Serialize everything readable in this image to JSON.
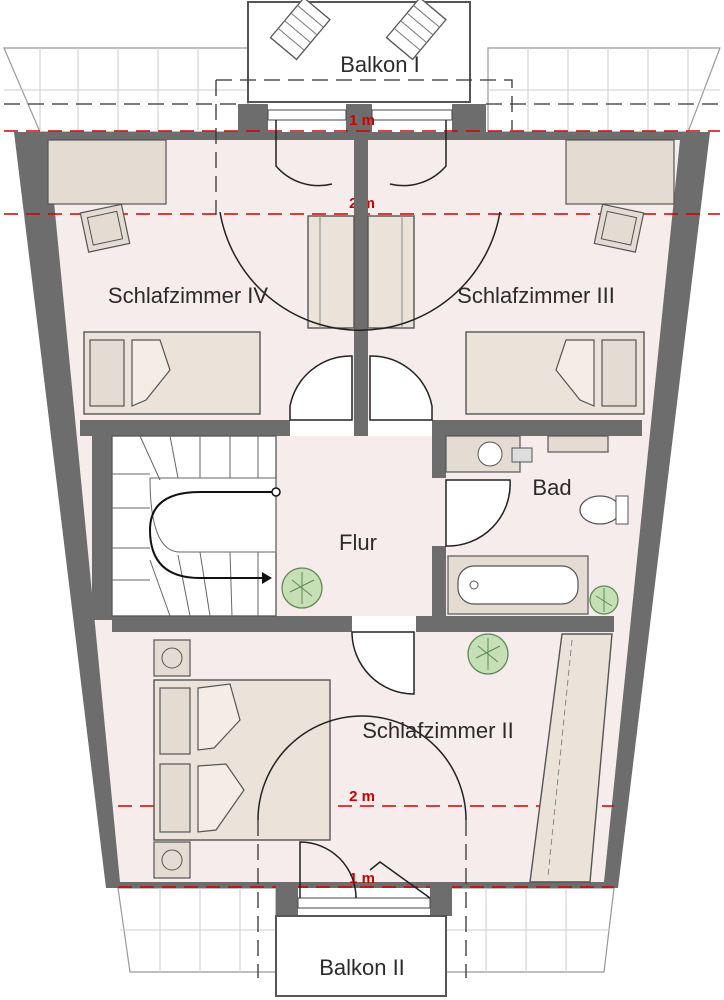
{
  "rooms": {
    "balcony_top": "Balkon I",
    "balcony_bottom": "Balkon II",
    "bedroom_iv": "Schlafzimmer IV",
    "bedroom_iii": "Schlafzimmer III",
    "bedroom_ii": "Schlafzimmer II",
    "bath": "Bad",
    "hall": "Flur"
  },
  "dimensions": {
    "top_1m": "1 m",
    "top_2m": "2 m",
    "bottom_2m": "2 m",
    "bottom_1m": "1 m"
  },
  "colors": {
    "wall": "#6d6d6d",
    "floor": "#f6ecec",
    "dimension_line": "#d10000"
  }
}
